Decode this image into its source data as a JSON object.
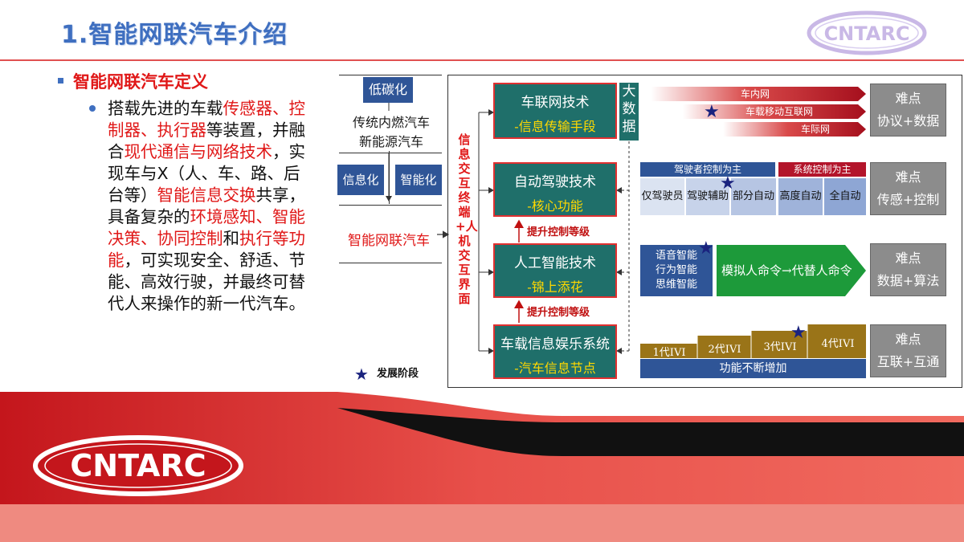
{
  "header": {
    "title": "1.智能网联汽车介绍",
    "logo_text": "CNTARC"
  },
  "definition": {
    "heading": "智能网联汽车定义",
    "segments": [
      {
        "t": "搭载先进的车载",
        "r": false
      },
      {
        "t": "传感器、控制器、执行器",
        "r": true
      },
      {
        "t": "等装置，并融合",
        "r": false
      },
      {
        "t": "现代通信与网络技术",
        "r": true
      },
      {
        "t": "，实现车与X（人、车、路、后台等）",
        "r": false
      },
      {
        "t": "智能信息交换",
        "r": true
      },
      {
        "t": "共享，具备复杂的",
        "r": false
      },
      {
        "t": "环境感知、智能决策、协同控制",
        "r": true
      },
      {
        "t": "和",
        "r": false
      },
      {
        "t": "执行等功能",
        "r": true
      },
      {
        "t": "，可实现安全、舒适、节能、高效行驶，并最终可替代人来操作的新一代汽车。",
        "r": false
      }
    ]
  },
  "evolution": {
    "low_carbon": "低碳化",
    "traditional": "传统内燃汽车",
    "new_energy": "新能源汽车",
    "informatization": "信息化",
    "intelligence": "智能化",
    "icv": "智能网联汽车",
    "interface": "信息交互终端+人机交互界面"
  },
  "core": {
    "big_data": "大数据",
    "boxes": [
      {
        "title": "车联网技术",
        "sub": "-信息传输手段"
      },
      {
        "title": "自动驾驶技术",
        "sub": "-核心功能"
      },
      {
        "title": "人工智能技术",
        "sub": "-锦上添花"
      },
      {
        "title": "车载信息娱乐系统",
        "sub": "-汽车信息节点"
      }
    ],
    "upgrade": [
      "提升控制等级",
      "提升控制等级"
    ]
  },
  "row1": {
    "bands": [
      "车内网",
      "车载移动互联网",
      "车际网"
    ]
  },
  "row2": {
    "header_left": "驾驶者控制为主",
    "header_right": "系统控制为主",
    "levels": [
      "仅驾驶员",
      "驾驶辅助",
      "部分自动",
      "高度自动",
      "全自动"
    ]
  },
  "row3": {
    "left_lines": [
      "语音智能",
      "行为智能",
      "思维智能"
    ],
    "arrow_text": "模拟人命令→代替人命令"
  },
  "row4": {
    "steps": [
      "1代IVI",
      "2代IVI",
      "3代IVI",
      "4代IVI"
    ],
    "bar_text": "功能不断增加"
  },
  "difficulties": [
    {
      "title": "难点",
      "sub": "协议+数据"
    },
    {
      "title": "难点",
      "sub": "传感+控制"
    },
    {
      "title": "难点",
      "sub": "数据+算法"
    },
    {
      "title": "难点",
      "sub": "互联+互通"
    }
  ],
  "legend": "发展阶段",
  "colors": {
    "title_blue": "#3f6fc0",
    "red": "#e01818",
    "teal": "#1f6f6a",
    "navy": "#2f5597",
    "grey": "#8c8c8c",
    "gold": "#9a7418",
    "green": "#1d9a3a"
  }
}
